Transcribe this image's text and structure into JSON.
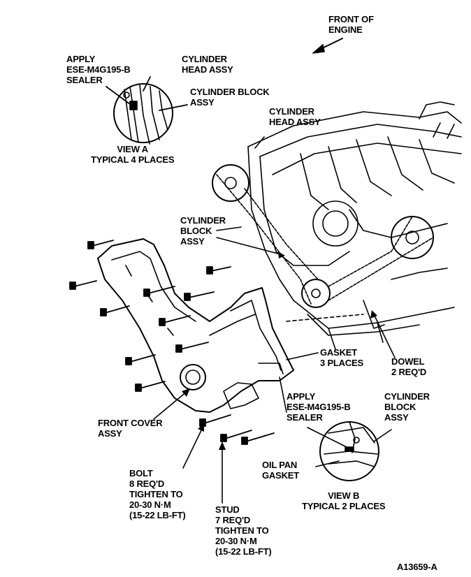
{
  "labels": {
    "front_of_engine": [
      "FRONT OF",
      "ENGINE"
    ],
    "apply_sealer_a": [
      "APPLY",
      "ESE-M4G195-B",
      "SEALER"
    ],
    "cyl_head_assy_a": [
      "CYLINDER",
      "HEAD ASSY"
    ],
    "cyl_block_assy_a": [
      "CYLINDER BLOCK",
      "ASSY"
    ],
    "view_a": [
      "VIEW A",
      "TYPICAL 4 PLACES"
    ],
    "cyl_head_assy_main": [
      "CYLINDER",
      "HEAD ASSY"
    ],
    "cyl_block_assy_main": [
      "CYLINDER",
      "BLOCK",
      "ASSY"
    ],
    "gasket": [
      "GASKET",
      "3 PLACES"
    ],
    "dowel": [
      "DOWEL",
      "2 REQ'D"
    ],
    "apply_sealer_b": [
      "APPLY",
      "ESE-M4G195-B",
      "SEALER"
    ],
    "cyl_block_assy_b": [
      "CYLINDER",
      "BLOCK",
      "ASSY"
    ],
    "front_cover": [
      "FRONT COVER",
      "ASSY"
    ],
    "oil_pan_gasket": [
      "OIL PAN",
      "GASKET"
    ],
    "view_b": [
      "VIEW B",
      "TYPICAL 2 PLACES"
    ],
    "bolt": [
      "BOLT",
      "8 REQ'D",
      "TIGHTEN TO",
      "20-30 N·m",
      "(15-22 LB-FT)"
    ],
    "stud": [
      "STUD",
      "7 REQ'D",
      "TIGHTEN TO",
      "20-30 N·m",
      "(15-22 LB-FT)"
    ],
    "figure_id": [
      "A13659-A"
    ]
  }
}
